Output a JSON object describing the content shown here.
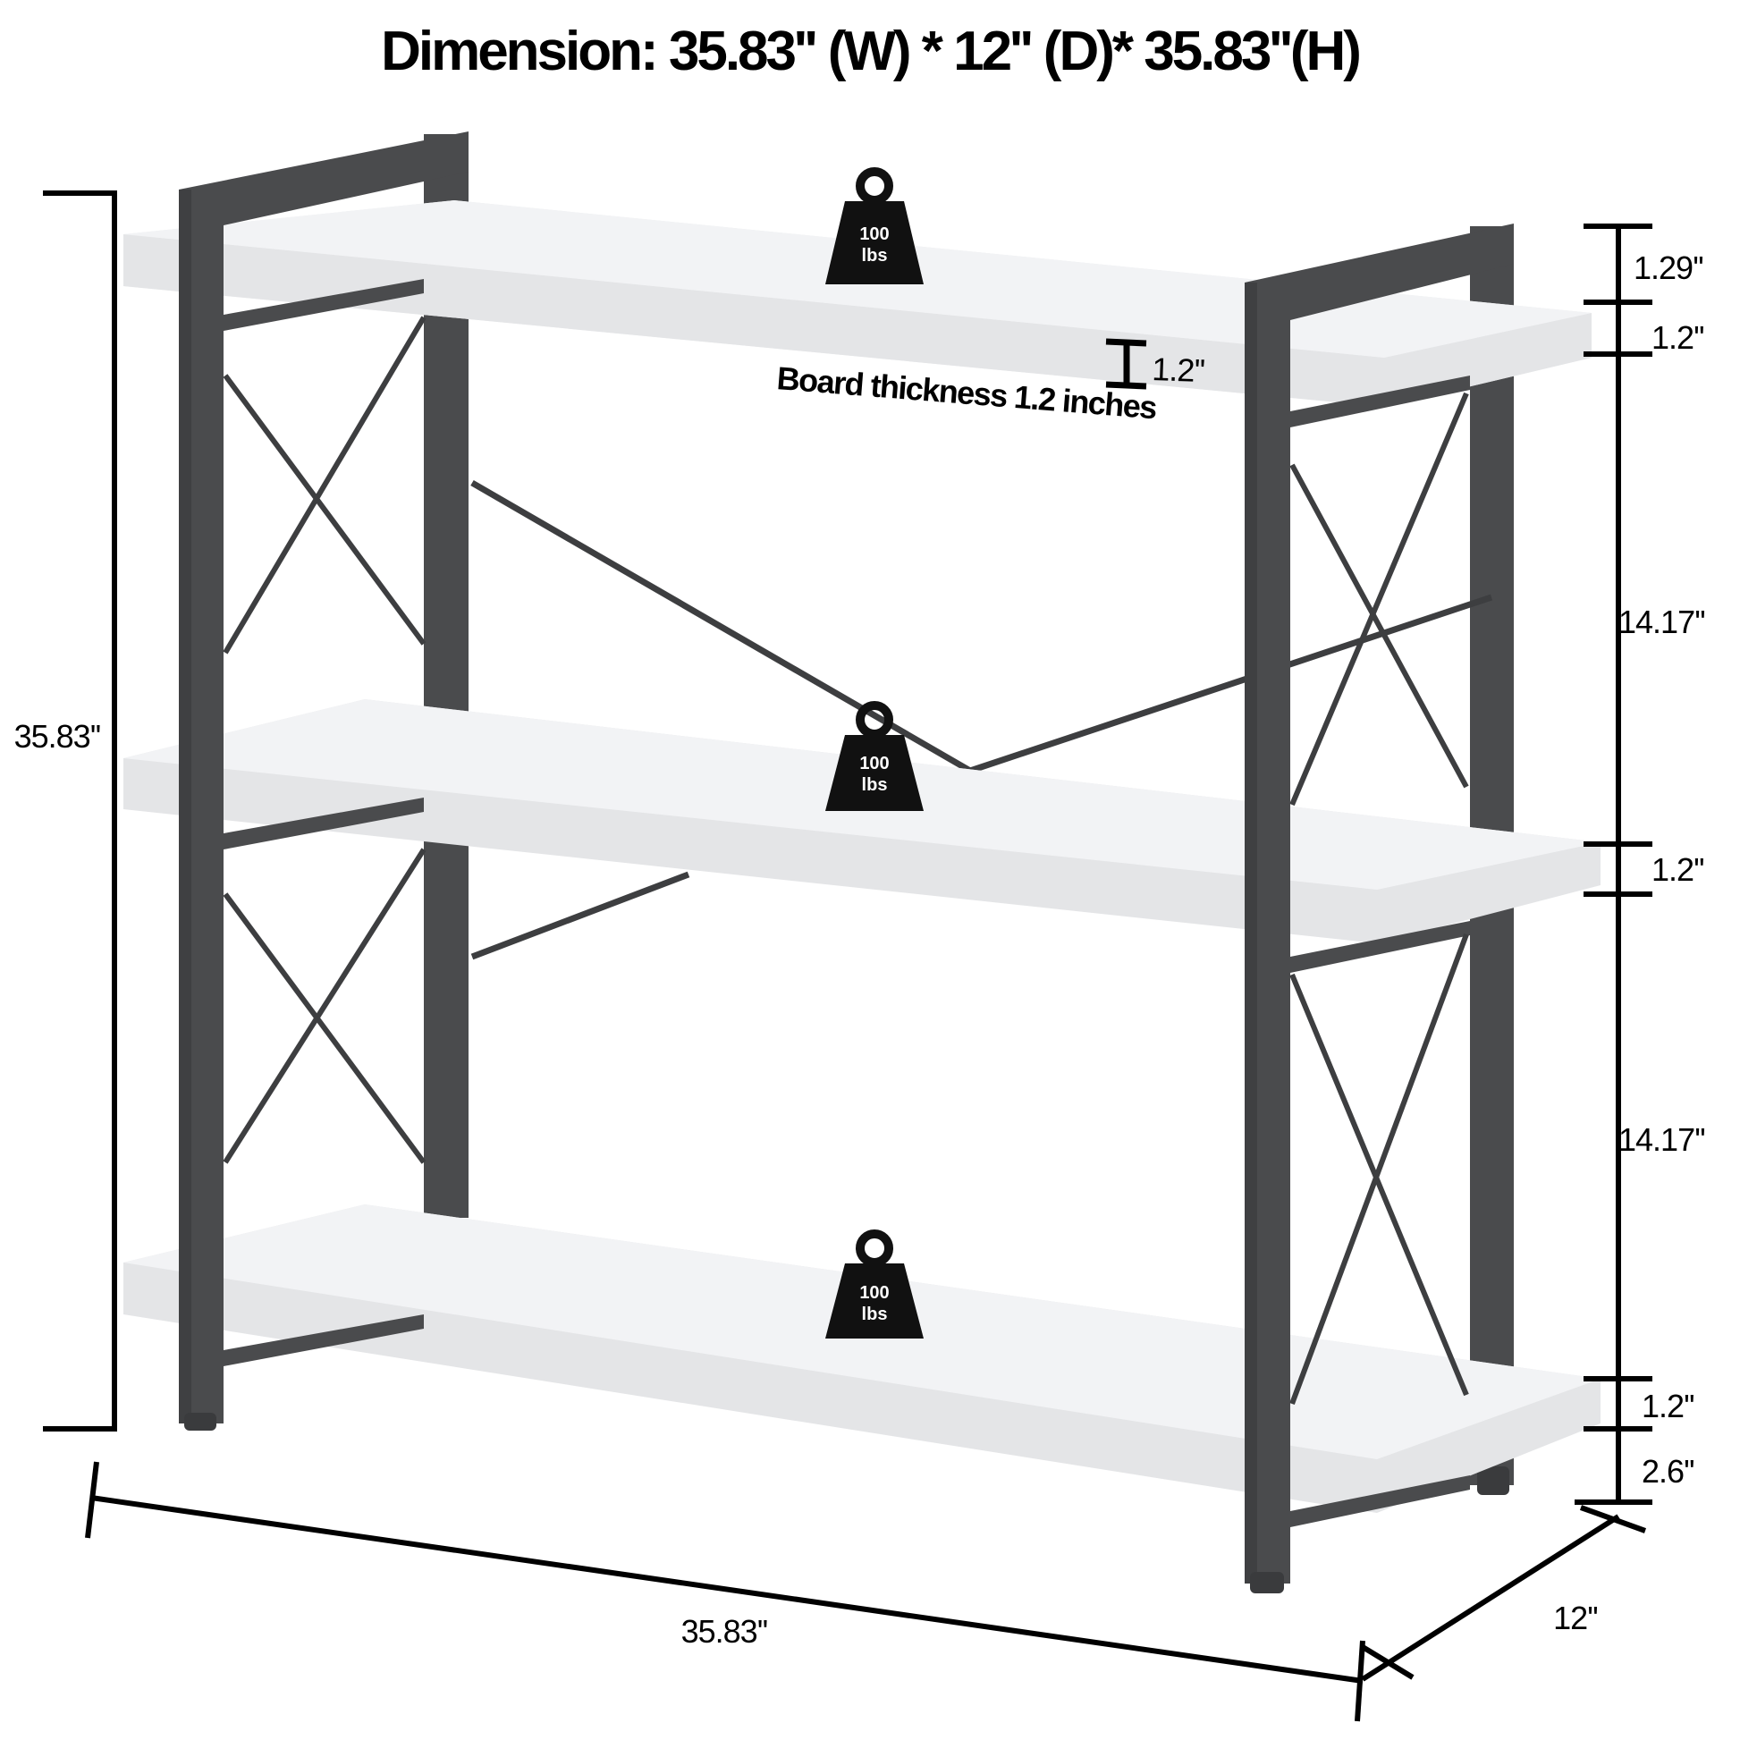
{
  "title": "Dimension: 35.83'' (W) * 12'' (D)* 35.83''(H)",
  "dimensions": {
    "overall_height": "35.83''",
    "overall_width": "35.83''",
    "depth": "12''",
    "top_gap": "1.29''",
    "top_board": "1.2''",
    "upper_spacing": "14.17''",
    "middle_board": "1.2''",
    "lower_spacing": "14.17''",
    "bottom_board": "1.2''",
    "foot_clearance": "2.6''"
  },
  "board_thickness": {
    "marker_label": "1.2''",
    "note": "Board thickness 1.2 inches"
  },
  "shelf_loads": [
    {
      "value": "100",
      "unit": "lbs"
    },
    {
      "value": "100",
      "unit": "lbs"
    },
    {
      "value": "100",
      "unit": "lbs"
    }
  ],
  "colors": {
    "frame": "#4a4b4d",
    "frame_dark": "#3a3b3d",
    "board": "#e9eaec",
    "board_edge": "#d6d7d9",
    "ink": "#000000"
  }
}
